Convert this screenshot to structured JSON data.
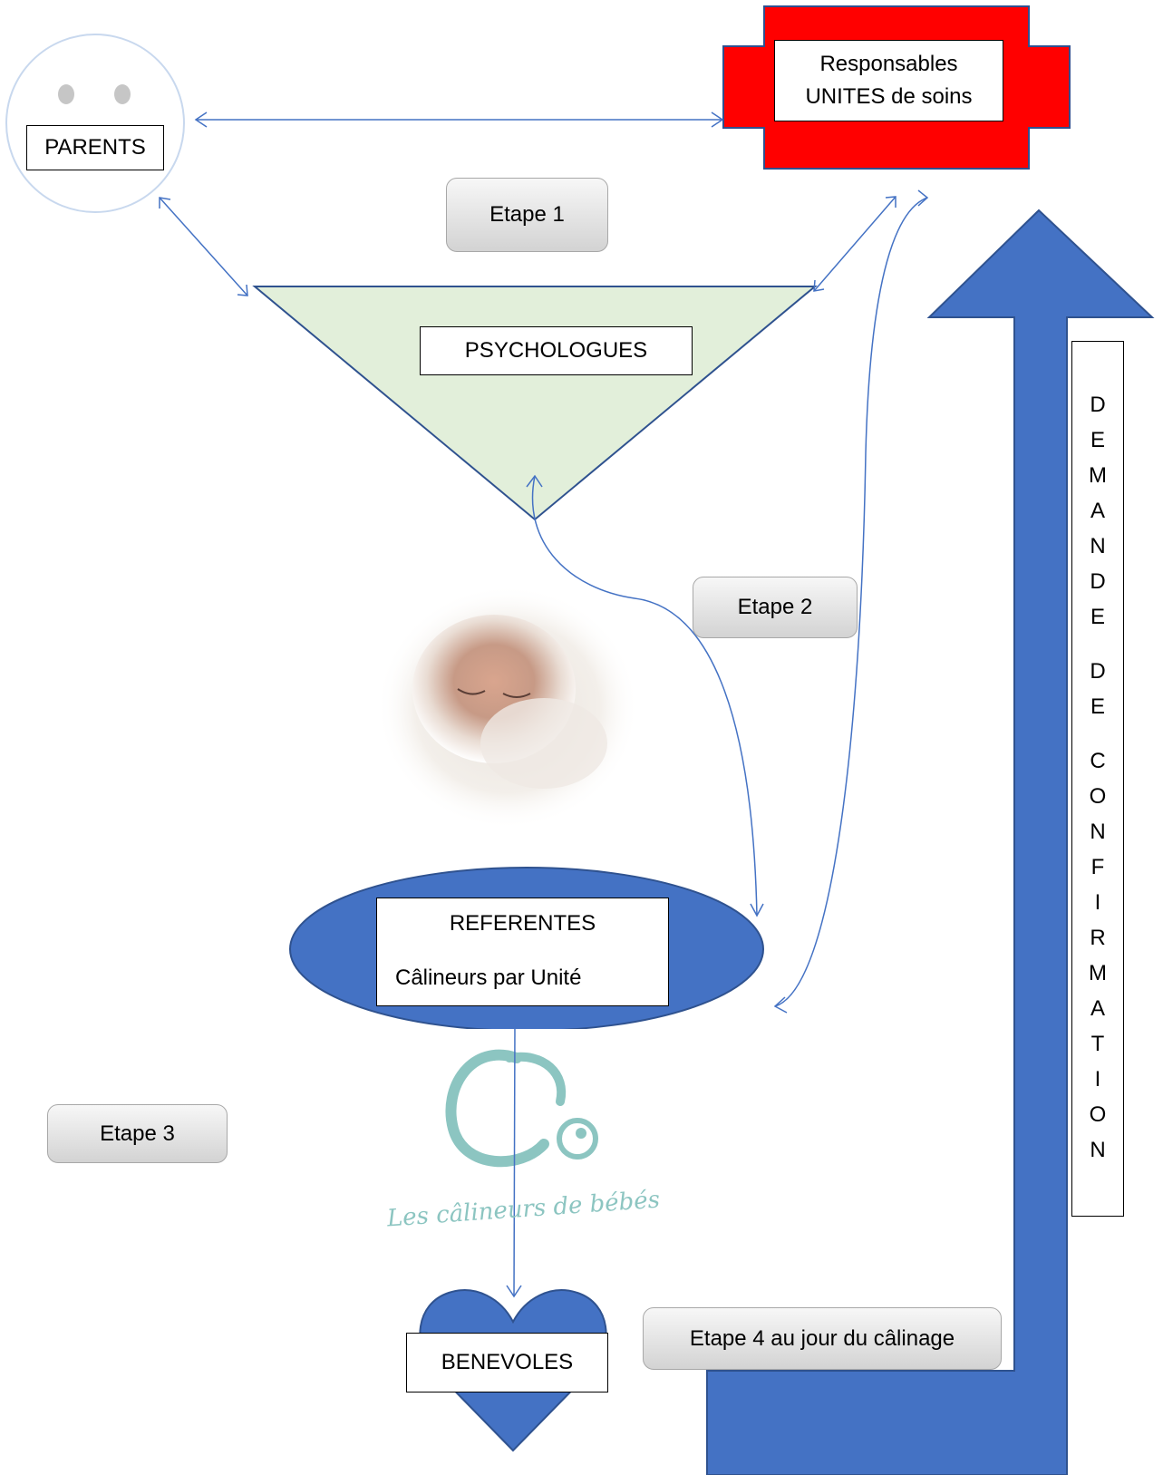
{
  "nodes": {
    "parents": "PARENTS",
    "unites_line1": "Responsables",
    "unites_line2": "UNITES de soins",
    "psychologues": "PSYCHOLOGUES",
    "referentes_title": "REFERENTES",
    "referentes_sub": "Câlineurs par Unité",
    "benevoles": "BENEVOLES"
  },
  "steps": {
    "etape1": "Etape 1",
    "etape2": "Etape 2",
    "etape3": "Etape 3",
    "etape4": "Etape 4 au jour du câlinage"
  },
  "vertical_label": {
    "letters": [
      "D",
      "E",
      "M",
      "A",
      "N",
      "D",
      "E",
      "",
      "D",
      "E",
      "",
      "C",
      "O",
      "N",
      "F",
      "I",
      "R",
      "M",
      "A",
      "T",
      "I",
      "O",
      "N"
    ]
  },
  "logo": {
    "text": "Les câlineurs de bébés"
  },
  "colors": {
    "blue": "#4472c4",
    "red": "#ff0000",
    "green_fill": "#e2efda",
    "connector": "#4472c4"
  }
}
